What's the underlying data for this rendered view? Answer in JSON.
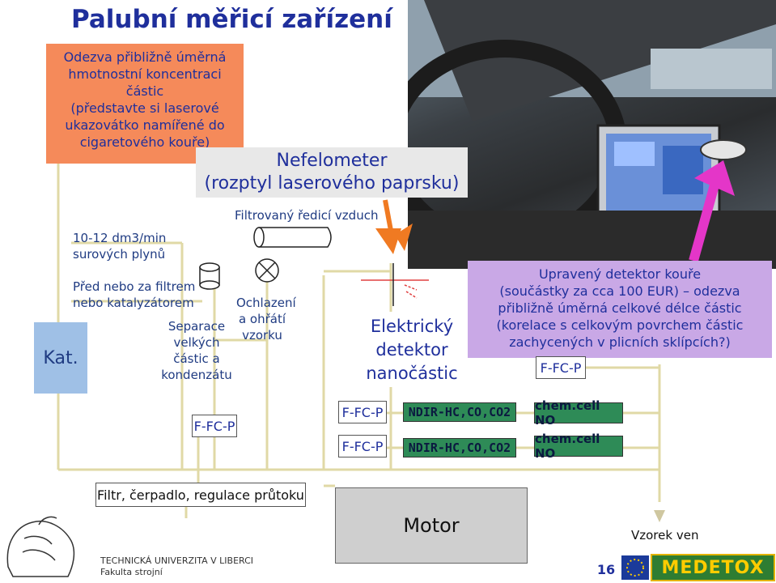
{
  "title": "Palubní měřicí zařízení",
  "odezva_box": [
    "Odezva přibližně úměrná",
    "hmotnostní koncentraci",
    "částic",
    "(představte si laserové",
    "ukazovátko namířené do",
    "cigaretového kouře)"
  ],
  "nefelometer_box": [
    "Nefelometer",
    "(rozptyl laserového paprsku)"
  ],
  "label_filtrovany": "Filtrovaný ředicí vzduch",
  "label_surovych": [
    "10-12 dm3/min",
    "surových plynů"
  ],
  "label_filtrem": [
    "Před nebo za filtrem",
    "nebo katalyzátorem"
  ],
  "label_separace": [
    "Separace",
    "velkých",
    "částic a",
    "kondenzátu"
  ],
  "label_ochlazeni": [
    "Ochlazení",
    "a ohřátí",
    "vzorku"
  ],
  "label_kat": "Kat.",
  "elektricky_box": [
    "Elektrický",
    "detektor",
    "nanočástic"
  ],
  "upraveny_box": [
    "Upravený detektor kouře",
    "(součástky za cca 100 EUR) – odezva",
    "přibližně úměrná celkové délce částic",
    "(korelace s celkovým povrchem částic",
    "zachycených v plicních sklípcích?)"
  ],
  "fcp_label": "F-FC-P",
  "ndir_label": "NDIR-HC,CO,CO2",
  "chem_label": "chem.cell NO",
  "filtr_box": "Filtr, čerpadlo, regulace průtoku",
  "motor_box": "Motor",
  "vzorek_label": "Vzorek ven",
  "page_number": "16",
  "logo_ctu": [
    "TECHNICKÁ UNIVERZITA V LIBERCI",
    "Fakulta strojní"
  ],
  "logo_medetox": "MEDETOX",
  "colors": {
    "title": "#1f2f9c",
    "odezva": "#f58a5a",
    "nefelometer": "#e8e8e8",
    "upraveny": "#c9a8e6",
    "kat": "#9fc0e6",
    "ndir": "#2e8b57",
    "arrow_orange": "#f07a22",
    "arrow_magenta": "#e436c8",
    "pipe": "#e0d9a6"
  },
  "icons": {
    "filter_cylinder": "cylinder-icon",
    "cooler": "cross-circle-icon",
    "dilution_inlet": "tube-icon",
    "lion_logo": "lion-icon",
    "eu_flag": "eu-flag-icon"
  }
}
